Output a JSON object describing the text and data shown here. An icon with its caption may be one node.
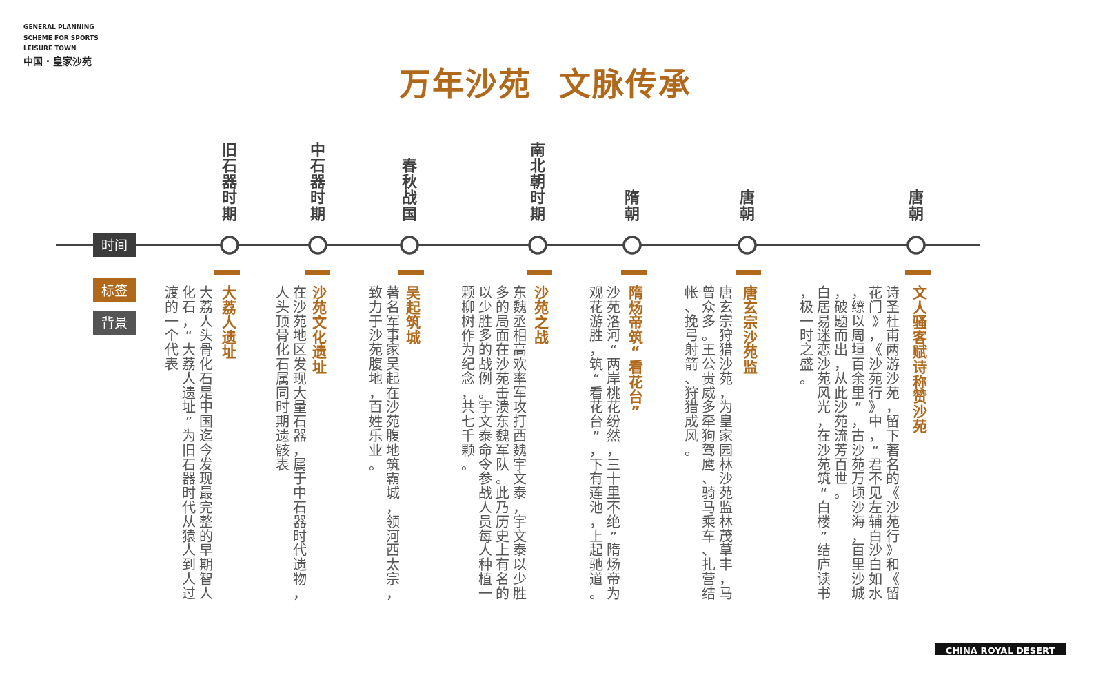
{
  "diagram": {
    "title": "万年沙苑 文脉传承",
    "nodes": [
      {
        "text": [
          "旧石器时期"
        ],
        "beside": [
          "大荔人遗址",
          "大荔人头骨化石是中国迄今发现最完整的早期智人化石，“大荔人遗址”为旧石器时代从猿人到人过渡的一个代表"
        ]
      },
      {
        "text": [
          "中石器时期"
        ],
        "beside": [
          "沙苑文化遗址",
          "在沙苑地区发现大量石器，属于中石器时代遗物，人头顶骨化石属同时期遗骸表"
        ]
      },
      {
        "text": [
          "春秋战国"
        ],
        "beside": [
          "吴起筑城",
          "著名军事家吴起在沙苑腹地筑霸城，领河西太宗，致力于沙苑腹地，百姓乐业。"
        ]
      },
      {
        "text": [
          "南北朝时期"
        ],
        "beside": [
          "沙苑之战",
          "东魏丞相高欢率军攻打西魏宇文泰，宇文泰以少胜多的局面在沙苑击溃东魏军队。此乃历史上有名的以少胜多的战例。宇文泰命令参战人员每人种植一颗柳树作为纪念，共七千颗。"
        ]
      },
      {
        "text": [
          "隋朝"
        ],
        "beside": [
          "隋炀帝筑“看花台”",
          "沙苑洛河“两岸桃花纷然，三十里不绝”隋炀帝为观花游胜，筑“看花台”，下有莲池，上起驰道。"
        ]
      },
      {
        "text": [
          "唐朝"
        ],
        "beside": [
          "唐玄宗沙苑监",
          "唐玄宗狩猎沙苑，为皇家园林沙苑监林茂草丰，马曾众多。王公贵威多牵狗驾鹰、骑马乘车、扎营结帐、挽弓射箭、狩猎成风。"
        ]
      },
      {
        "text": [
          "唐朝"
        ],
        "beside": [
          "文人骚客赋诗称赞沙苑",
          "诗圣杜甫两游沙苑，留下著名的《沙苑行》和《留花门》，《沙苑行》中，“君不见左辅白沙白如水，缭以周垣百余里”，古沙苑万顷沙海，百里沙城，破题而出，从此沙苑流芳百世。",
          "白居易迷恋沙苑风光，在沙苑筑“白楼”结庐读书，极一时之盛。"
        ]
      }
    ],
    "labels": [
      "GENERAL PLANNING SCHEME FOR SPORTS LEISURE TOWN",
      "中国 · 皇家沙苑",
      "CHINA ROYAL DESERT"
    ],
    "legend": [
      {
        "text": "时间",
        "color": "#3c3c3c"
      },
      {
        "text": "标签",
        "color": "#b0681a"
      },
      {
        "text": "背景",
        "color": "#555555"
      }
    ]
  }
}
